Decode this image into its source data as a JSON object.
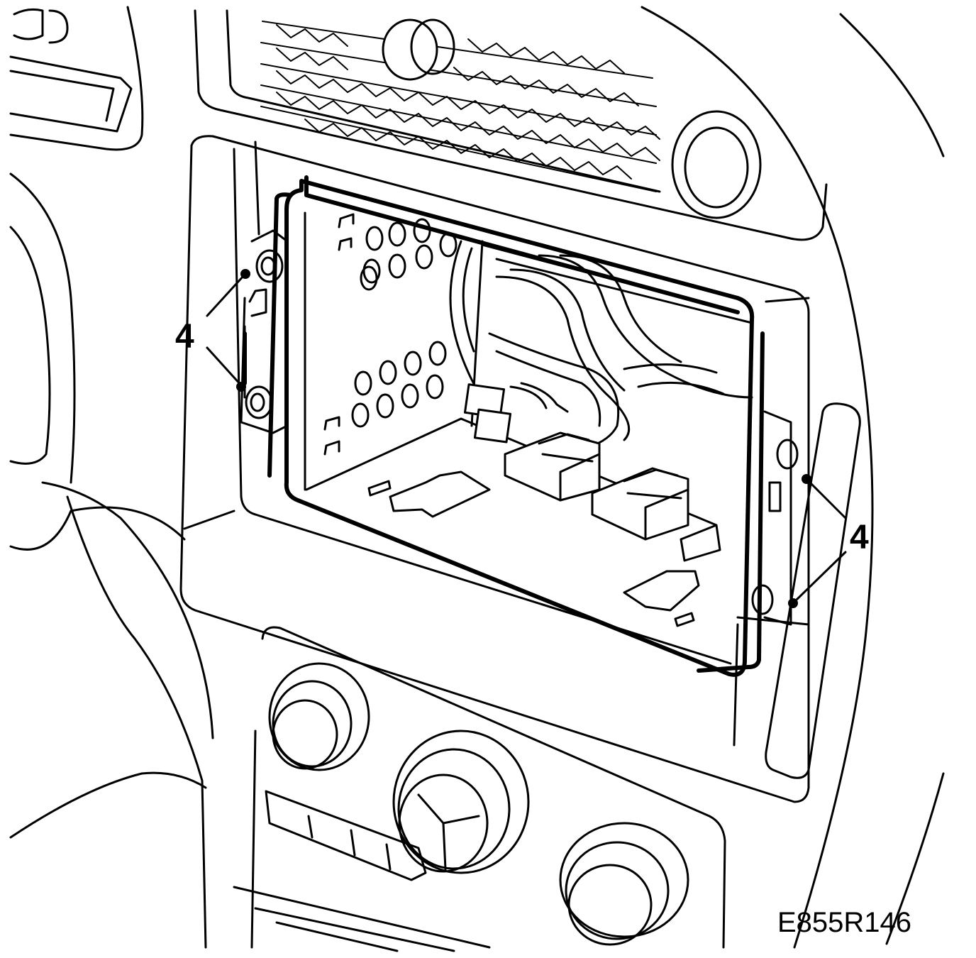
{
  "figure": {
    "id_label": "E855R146"
  },
  "callouts": [
    {
      "label": "4",
      "target": "left-bracket-screws"
    },
    {
      "label": "4",
      "target": "right-bracket-screws"
    }
  ]
}
